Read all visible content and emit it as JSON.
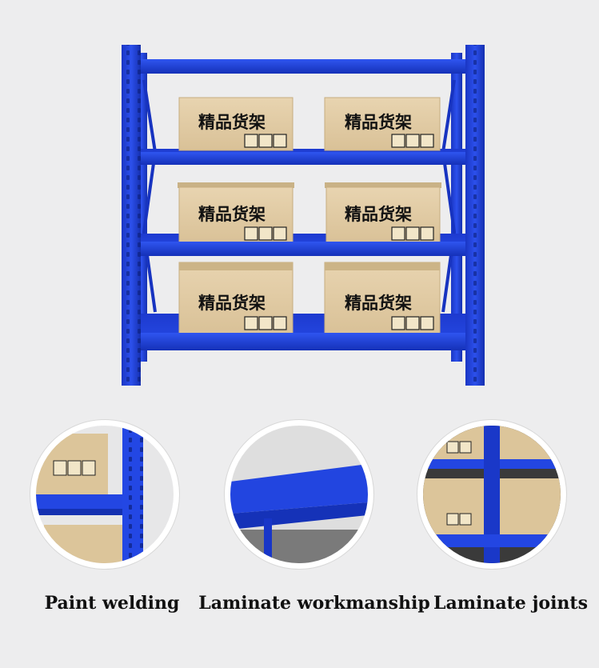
{
  "box_label": "精品货架",
  "box_icons": [
    "fragile-glass-icon",
    "umbrella-keep-dry-icon",
    "this-way-up-icon"
  ],
  "shelf_color": "#1f3fd6",
  "box_color": "#dfc9a2",
  "details": [
    {
      "caption": "Paint welding"
    },
    {
      "caption": "Laminate workmanship"
    },
    {
      "caption": "Laminate joints"
    }
  ]
}
